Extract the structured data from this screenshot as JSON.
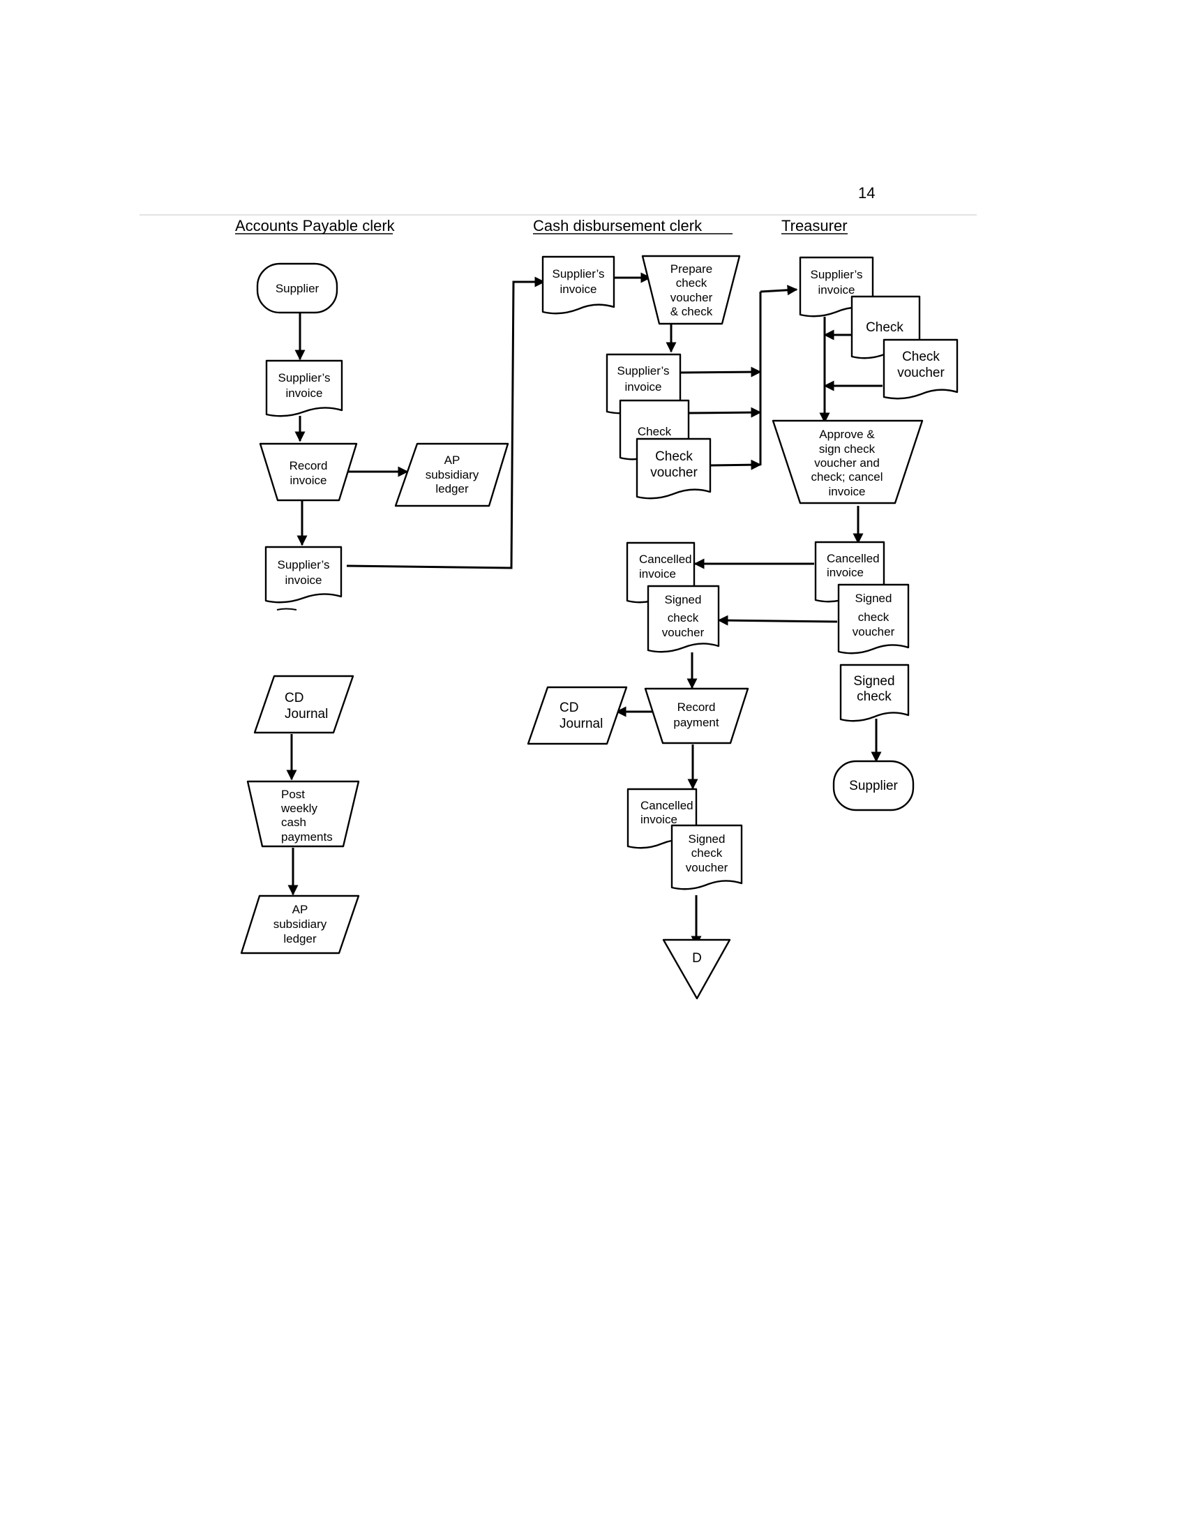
{
  "page_number": "14",
  "lanes": {
    "ap_clerk": "Accounts Payable clerk",
    "cd_clerk": "Cash disbursement clerk",
    "treasurer": "Treasurer"
  },
  "ap": {
    "supplier": "Supplier",
    "invoice1": [
      "Supplier’s",
      "invoice"
    ],
    "record_invoice": [
      "Record",
      "invoice"
    ],
    "ledger1": [
      "AP",
      "subsidiary",
      "ledger"
    ],
    "invoice2": [
      "Supplier’s",
      "invoice"
    ],
    "cd_journal": [
      "CD",
      "Journal"
    ],
    "post_weekly": [
      "Post",
      "weekly",
      "cash",
      "payments"
    ],
    "ledger2": [
      "AP",
      "subsidiary",
      "ledger"
    ]
  },
  "cd": {
    "invoice_in": [
      "Supplier’s",
      "invoice"
    ],
    "prepare": [
      "Prepare",
      "check",
      "voucher",
      "& check"
    ],
    "invoice_out": [
      "Supplier’s",
      "invoice"
    ],
    "check": "Check",
    "check_voucher": [
      "Check",
      "voucher"
    ],
    "cancelled_invoice": [
      "Cancelled",
      "invoice"
    ],
    "signed_voucher": [
      "Signed",
      "check",
      "voucher"
    ],
    "cd_journal": [
      "CD",
      "Journal"
    ],
    "record_payment": [
      "Record",
      "payment"
    ],
    "cancelled_invoice2": [
      "Cancelled",
      "invoice"
    ],
    "signed_voucher2": [
      "Signed",
      "check",
      "voucher"
    ],
    "file_d": "D"
  },
  "tr": {
    "invoice": [
      "Supplier’s",
      "invoice"
    ],
    "check": "Check",
    "check_voucher": [
      "Check",
      "voucher"
    ],
    "approve": [
      "Approve &",
      "sign check",
      "voucher and",
      "check; cancel",
      "invoice"
    ],
    "cancelled_invoice": [
      "Cancelled",
      "invoice"
    ],
    "signed_voucher": [
      "Signed",
      "check",
      "voucher"
    ],
    "signed_check": [
      "Signed",
      "check"
    ],
    "supplier": "Supplier"
  }
}
